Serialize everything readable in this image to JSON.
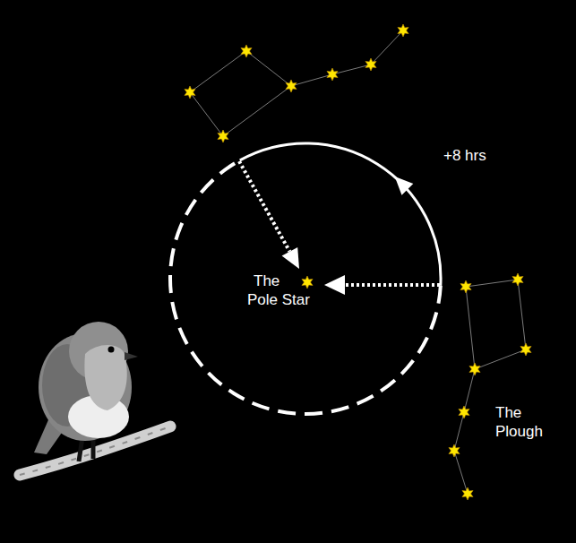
{
  "diagram": {
    "labels": [
      "+8 hrs",
      "The Pole Star",
      "The Plough"
    ]
  }
}
